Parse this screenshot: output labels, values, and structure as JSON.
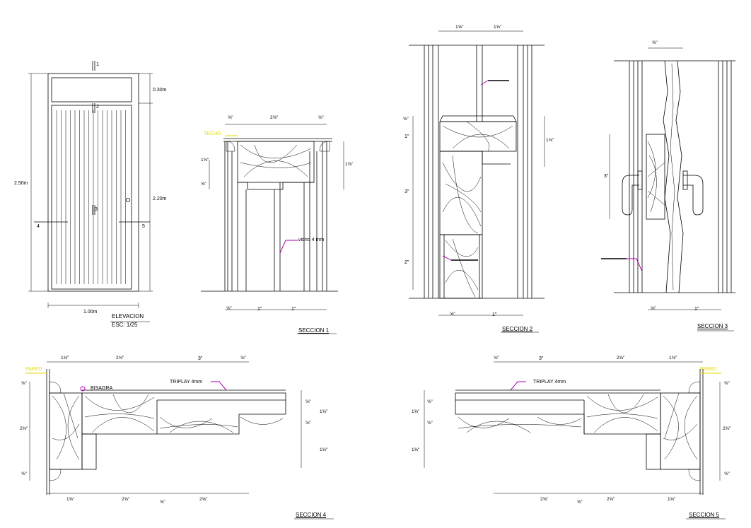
{
  "elevation": {
    "title": "ELEVACION",
    "scale": "ESC: 1/25",
    "dim_height_total": "2.50m",
    "dim_top": "0.30m",
    "dim_door": "2.20m",
    "dim_width": "1.00m",
    "cut_1": "1",
    "cut_2": "2",
    "cut_3": "3",
    "cut_4": "4",
    "cut_5": "5"
  },
  "seccion1": {
    "title": "SECCION 1",
    "techo": "TECHO",
    "dim_top_mid": "2⅝\"",
    "dim_top_left": "⅝\"",
    "dim_top_right": "⅝\"",
    "dim_left_1": "1⅝\"",
    "dim_left_2": "⅝\"",
    "dim_right": "1⅝\"",
    "vidrio": "vidrio 4 mm",
    "dim_bot_1": "1\"",
    "dim_bot_2": "1\"",
    "dim_bot_small": "⅝\""
  },
  "seccion2": {
    "title": "SECCION 2",
    "dim_top_1": "1⅝\"",
    "dim_top_2": "1⅝\"",
    "dim_left_1": "⅝\"",
    "dim_left_2": "1\"",
    "dim_left_3": "3\"",
    "dim_left_4": "2\"",
    "dim_right": "1⅝\"",
    "dim_bot": "1\"",
    "dim_bot_small": "⅝\""
  },
  "seccion3": {
    "title": "SECCION 3",
    "dim_top": "⅝\"",
    "dim_left": "3\"",
    "dim_bot": "1\"",
    "dim_bot_small": "⅝\""
  },
  "seccion4": {
    "title": "SECCION 4",
    "pared": "PARED",
    "bisagra": "BISAGRA",
    "triplay": "TRIPLAY 4mm",
    "dim_top_1": "1⅝\"",
    "dim_top_2": "2⅝\"",
    "dim_top_3": "3\"",
    "dim_top_4": "⅝\"",
    "dim_left_1": "⅝\"",
    "dim_left_2": "2⅝\"",
    "dim_left_3": "⅝\"",
    "dim_right_1": "⅝\"",
    "dim_right_2": "1⅝\"",
    "dim_right_3": "⅝\"",
    "dim_right_4": "1⅝\"",
    "dim_bot_1": "1⅝\"",
    "dim_bot_2": "2⅝\"",
    "dim_bot_3": "2⅝\"",
    "dim_bot_small": "⅝\""
  },
  "seccion5": {
    "title": "SECCION 5",
    "pared": "PARED",
    "triplay": "TRIPLAY 4mm",
    "dim_top_1": "⅝\"",
    "dim_top_2": "3\"",
    "dim_top_3": "2⅝\"",
    "dim_top_4": "1⅝\"",
    "dim_right_1": "⅝\"",
    "dim_right_2": "2⅝\"",
    "dim_right_3": "⅝\"",
    "dim_left_1": "⅝\"",
    "dim_left_2": "1⅝\"",
    "dim_left_3": "⅝\"",
    "dim_left_4": "1⅝\"",
    "dim_bot_1": "2⅝\"",
    "dim_bot_2": "2⅝\"",
    "dim_bot_3": "1⅝\"",
    "dim_bot_small": "⅝\""
  },
  "colors": {
    "line": "#000000",
    "annotation_magenta": "#b000b0",
    "annotation_yellow": "#e8d800",
    "background": "#ffffff"
  }
}
